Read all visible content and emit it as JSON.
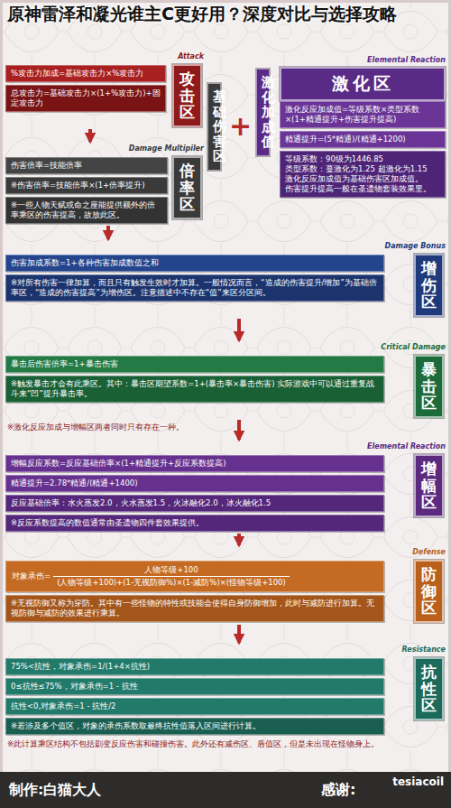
{
  "diagram": {
    "title": "原神雷泽和凝光谁主C更好用？深度对比与选择攻略",
    "nodes": [
      {
        "text": [
          "Attack",
          "攻击区"
        ]
      },
      {
        "text": [
          "%攻击力加成=基础攻击力×%攻击力"
        ],
        "in": 0
      },
      {
        "text": [
          "总攻击力=基础攻击力×(1+%攻击力)+固定攻击力"
        ],
        "in": 0
      },
      {
        "text": [
          "基础伤害区"
        ]
      },
      {
        "text": [
          "激化加成值"
        ]
      },
      {
        "text": [
          "Elemental Reaction",
          "激化区"
        ]
      },
      {
        "text": [
          "激化反应加成值=等级系数×类型系数×(1+精通提升+伤害提升提高)"
        ],
        "in": 5
      },
      {
        "text": [
          "精通提升=(5*精通)/(精通+1200)"
        ],
        "in": 5
      },
      {
        "text": [
          "等级系数：90级为1446.85",
          "类型系数：蔓激化为1.25 超激化为1.15",
          "激化反应加成值为基础伤害区加成值。",
          "伤害提升提高一般在圣遗物套装效果里。"
        ],
        "in": 5
      },
      {
        "text": [
          "Damage Multipiler",
          "倍率区"
        ]
      },
      {
        "text": [
          "伤害倍率=技能倍率"
        ],
        "in": 9
      },
      {
        "text": [
          "※伤害倍率=技能倍率×(1+倍率提升)"
        ],
        "in": 9
      },
      {
        "text": [
          "※一些人物天赋或命之座能提供额外的倍率乘区的伤害提高，故放此区。"
        ],
        "in": 9
      },
      {
        "text": [
          "Damage Bonus",
          "增伤区"
        ]
      },
      {
        "text": [
          "伤害加成系数=1+各种伤害加成数值之和"
        ],
        "in": 13
      },
      {
        "text": [
          "※对所有伤害一律加算，而且只有触发生效时才加算。一般情况而言，“造成的伤害提升/增加”为基础倍率区，“造成的伤害提高”为增伤区。注意描述中不存在“值”来区分区间。"
        ],
        "in": 13
      },
      {
        "text": [
          "Critical Damage",
          "暴击区"
        ]
      },
      {
        "text": [
          "暴击后伤害倍率=1+暴击伤害"
        ],
        "in": 16
      },
      {
        "text": [
          "※触发暴击才会有此乘区。其中：暴击区期望系数=1+(暴击率×暴击伤害) 实际游戏中可以通过重复战斗来“凹”提升暴击率。"
        ],
        "in": 16
      },
      {
        "text": [
          "Elemental Reaction",
          "增幅区"
        ]
      },
      {
        "text": [
          "增幅反应系数=反应基础倍率×(1+精通提升+反应系数提高)"
        ],
        "in": 19
      },
      {
        "text": [
          "精通提升=2.78*精通/(精通+1400)"
        ],
        "in": 19
      },
      {
        "text": [
          "反应基础倍率：水火蒸发2.0，火水蒸发1.5，火冰融化2.0，冰火融化1.5"
        ],
        "in": 19
      },
      {
        "text": [
          "※反应系数提高的数值通常由圣遗物四件套效果提供。"
        ],
        "in": 19
      },
      {
        "text": [
          "Defense",
          "防御区"
        ]
      },
      {
        "text": [
          "对象承伤=",
          "人物等级+100",
          "(人物等级+100)+(1-无视防御%)×(1-减防%)×(怪物等级+100)"
        ],
        "in": 24
      },
      {
        "text": [
          "※无视防御又称为穿防。其中有一些怪物的特性或技能会使得自身防御增加，此时与减防进行加算。无视防御与减防的效果进行乘算。"
        ],
        "in": 24
      },
      {
        "text": [
          "Resistance",
          "抗性区"
        ]
      },
      {
        "text": [
          "75%<抗性，对象承伤=1/(1+4×抗性)"
        ],
        "in": 27
      },
      {
        "text": [
          "0≤抗性≤75%，对象承伤=1 - 抗性"
        ],
        "in": 27
      },
      {
        "text": [
          "抗性<0,对象承伤=1 - 抗性/2"
        ],
        "in": 27
      },
      {
        "text": [
          "※若涉及多个值区，对象的承伤系数取最终抗性值落入区间进行计算。"
        ],
        "in": 27
      },
      {
        "text": [
          "制作:白猫大人",
          "感谢:",
          "tesiacoil"
        ]
      }
    ],
    "edges": [
      {
        "from": 0,
        "to": 9,
        "arrow": "to"
      },
      {
        "from": 9,
        "to": 13,
        "arrow": "to"
      },
      {
        "from": 13,
        "to": 16,
        "arrow": "to"
      },
      {
        "from": 16,
        "to": 19,
        "arrow": "to"
      },
      {
        "from": 19,
        "to": 24,
        "arrow": "to"
      },
      {
        "from": 24,
        "to": 27,
        "arrow": "to"
      }
    ],
    "labels": [
      "+",
      "※激化反应加成与增幅区两者同时只有存在一种。",
      "※此计算乘区结构不包括剧变反应伤害和碰撞伤害。此外还有减伤区、盾值区，但是未出现在怪物身上。"
    ]
  }
}
